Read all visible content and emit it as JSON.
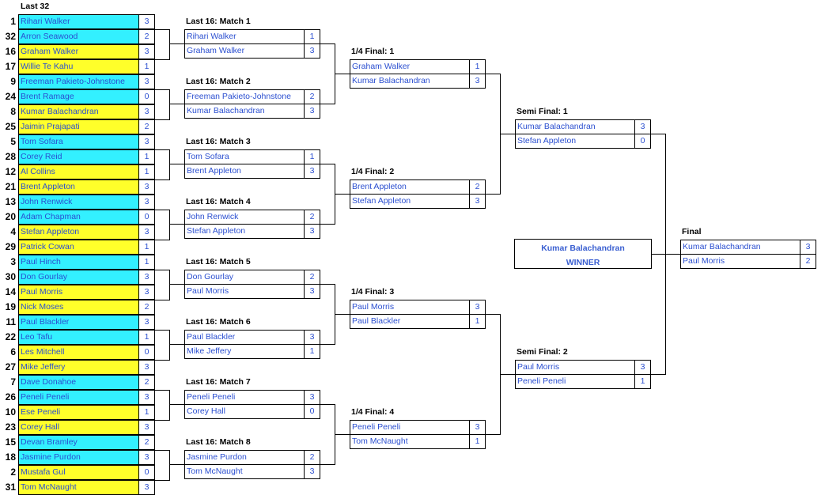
{
  "header": {
    "last32_label": "Last 32"
  },
  "last32": [
    {
      "seed": "1",
      "name": "Rihari Walker",
      "score": "3",
      "color": "cyan"
    },
    {
      "seed": "32",
      "name": "Arron Seawood",
      "score": "2",
      "color": "cyan"
    },
    {
      "seed": "16",
      "name": "Graham Walker",
      "score": "3",
      "color": "yellow"
    },
    {
      "seed": "17",
      "name": "Willie Te Kahu",
      "score": "1",
      "color": "yellow"
    },
    {
      "seed": "9",
      "name": "Freeman Pakieto-Johnstone",
      "score": "3",
      "color": "cyan"
    },
    {
      "seed": "24",
      "name": "Brent Ramage",
      "score": "0",
      "color": "cyan"
    },
    {
      "seed": "8",
      "name": "Kumar Balachandran",
      "score": "3",
      "color": "yellow"
    },
    {
      "seed": "25",
      "name": "Jaimin Prajapati",
      "score": "2",
      "color": "yellow"
    },
    {
      "seed": "5",
      "name": "Tom Sofara",
      "score": "3",
      "color": "cyan"
    },
    {
      "seed": "28",
      "name": "Corey Reid",
      "score": "1",
      "color": "cyan"
    },
    {
      "seed": "12",
      "name": "Al Collins",
      "score": "1",
      "color": "yellow"
    },
    {
      "seed": "21",
      "name": "Brent Appleton",
      "score": "3",
      "color": "yellow"
    },
    {
      "seed": "13",
      "name": "John Renwick",
      "score": "3",
      "color": "cyan"
    },
    {
      "seed": "20",
      "name": "Adam Chapman",
      "score": "0",
      "color": "cyan"
    },
    {
      "seed": "4",
      "name": "Stefan Appleton",
      "score": "3",
      "color": "yellow"
    },
    {
      "seed": "29",
      "name": "Patrick Cowan",
      "score": "1",
      "color": "yellow"
    },
    {
      "seed": "3",
      "name": "Paul Hinch",
      "score": "1",
      "color": "cyan"
    },
    {
      "seed": "30",
      "name": "Don Gourlay",
      "score": "3",
      "color": "cyan"
    },
    {
      "seed": "14",
      "name": "Paul Morris",
      "score": "3",
      "color": "yellow"
    },
    {
      "seed": "19",
      "name": "Nick Moses",
      "score": "2",
      "color": "yellow"
    },
    {
      "seed": "11",
      "name": "Paul Blackler",
      "score": "3",
      "color": "cyan"
    },
    {
      "seed": "22",
      "name": "Leo Tafu",
      "score": "1",
      "color": "cyan"
    },
    {
      "seed": "6",
      "name": "Les Mitchell",
      "score": "0",
      "color": "yellow"
    },
    {
      "seed": "27",
      "name": "Mike Jeffery",
      "score": "3",
      "color": "yellow"
    },
    {
      "seed": "7",
      "name": "Dave Donahoe",
      "score": "2",
      "color": "cyan"
    },
    {
      "seed": "26",
      "name": "Peneli Peneli",
      "score": "3",
      "color": "cyan"
    },
    {
      "seed": "10",
      "name": "Ese Peneli",
      "score": "1",
      "color": "yellow"
    },
    {
      "seed": "23",
      "name": "Corey Hall",
      "score": "3",
      "color": "yellow"
    },
    {
      "seed": "15",
      "name": "Devan Bramley",
      "score": "2",
      "color": "cyan"
    },
    {
      "seed": "18",
      "name": "Jasmine Purdon",
      "score": "3",
      "color": "cyan"
    },
    {
      "seed": "2",
      "name": "Mustafa Gul",
      "score": "0",
      "color": "yellow"
    },
    {
      "seed": "31",
      "name": "Tom McNaught",
      "score": "3",
      "color": "yellow"
    }
  ],
  "last16": [
    {
      "label": "Last 16: Match 1",
      "p1": "Rihari Walker",
      "s1": "1",
      "p2": "Graham Walker",
      "s2": "3"
    },
    {
      "label": "Last 16: Match 2",
      "p1": "Freeman Pakieto-Johnstone",
      "s1": "2",
      "p2": "Kumar Balachandran",
      "s2": "3"
    },
    {
      "label": "Last 16: Match 3",
      "p1": "Tom Sofara",
      "s1": "1",
      "p2": "Brent Appleton",
      "s2": "3"
    },
    {
      "label": "Last 16: Match 4",
      "p1": "John Renwick",
      "s1": "2",
      "p2": "Stefan Appleton",
      "s2": "3"
    },
    {
      "label": "Last 16: Match 5",
      "p1": "Don Gourlay",
      "s1": "2",
      "p2": "Paul Morris",
      "s2": "3"
    },
    {
      "label": "Last 16: Match 6",
      "p1": "Paul Blackler",
      "s1": "3",
      "p2": "Mike Jeffery",
      "s2": "1"
    },
    {
      "label": "Last 16: Match 7",
      "p1": "Peneli Peneli",
      "s1": "3",
      "p2": "Corey Hall",
      "s2": "0"
    },
    {
      "label": "Last 16: Match 8",
      "p1": "Jasmine Purdon",
      "s1": "2",
      "p2": "Tom McNaught",
      "s2": "3"
    }
  ],
  "quarter": [
    {
      "label": "1/4 Final: 1",
      "p1": "Graham Walker",
      "s1": "1",
      "p2": "Kumar Balachandran",
      "s2": "3"
    },
    {
      "label": "1/4 Final: 2",
      "p1": "Brent Appleton",
      "s1": "2",
      "p2": "Stefan Appleton",
      "s2": "3"
    },
    {
      "label": "1/4 Final: 3",
      "p1": "Paul Morris",
      "s1": "3",
      "p2": "Paul Blackler",
      "s2": "1"
    },
    {
      "label": "1/4 Final: 4",
      "p1": "Peneli Peneli",
      "s1": "3",
      "p2": "Tom McNaught",
      "s2": "1"
    }
  ],
  "semi": [
    {
      "label": "Semi Final: 1",
      "p1": "Kumar Balachandran",
      "s1": "3",
      "p2": "Stefan Appleton",
      "s2": "0"
    },
    {
      "label": "Semi Final: 2",
      "p1": "Paul Morris",
      "s1": "3",
      "p2": "Peneli Peneli",
      "s2": "1"
    }
  ],
  "final": {
    "label": "Final",
    "p1": "Kumar Balachandran",
    "s1": "3",
    "p2": "Paul Morris",
    "s2": "2"
  },
  "winner": {
    "name": "Kumar Balachandran",
    "title": "WINNER"
  },
  "colors": {
    "cyan": "#33f0ff",
    "yellow": "#ffff2a",
    "link": "#2b4fd0"
  }
}
